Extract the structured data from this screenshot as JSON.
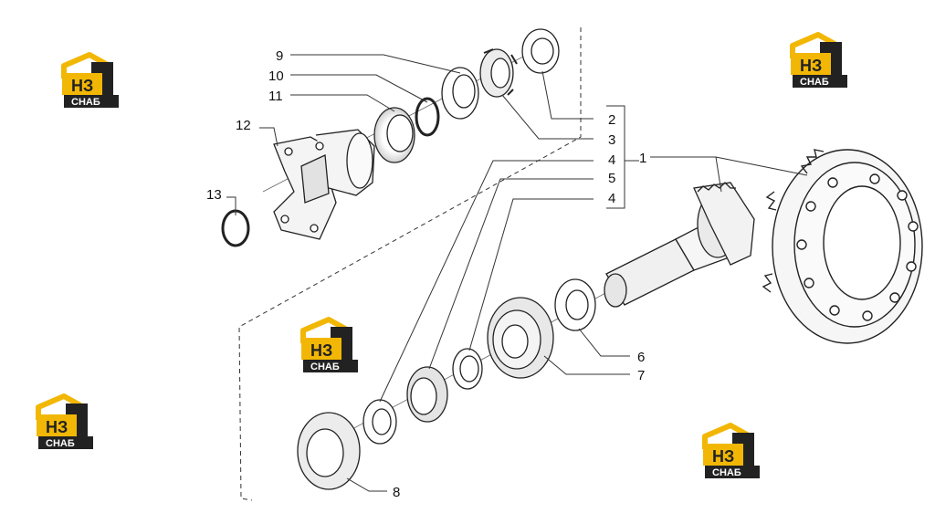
{
  "watermark": {
    "mark": "НЗ",
    "caption": "СНАБ",
    "colors": {
      "roof": "#f2b705",
      "dark": "#222222",
      "letters": "#ffffff"
    }
  },
  "callouts": {
    "c1": "1",
    "c2": "2",
    "c3": "3",
    "c4a": "4",
    "c5": "5",
    "c4b": "4",
    "c6": "6",
    "c7": "7",
    "c8": "8",
    "c9": "9",
    "c10": "10",
    "c11": "11",
    "c12": "12",
    "c13": "13"
  }
}
